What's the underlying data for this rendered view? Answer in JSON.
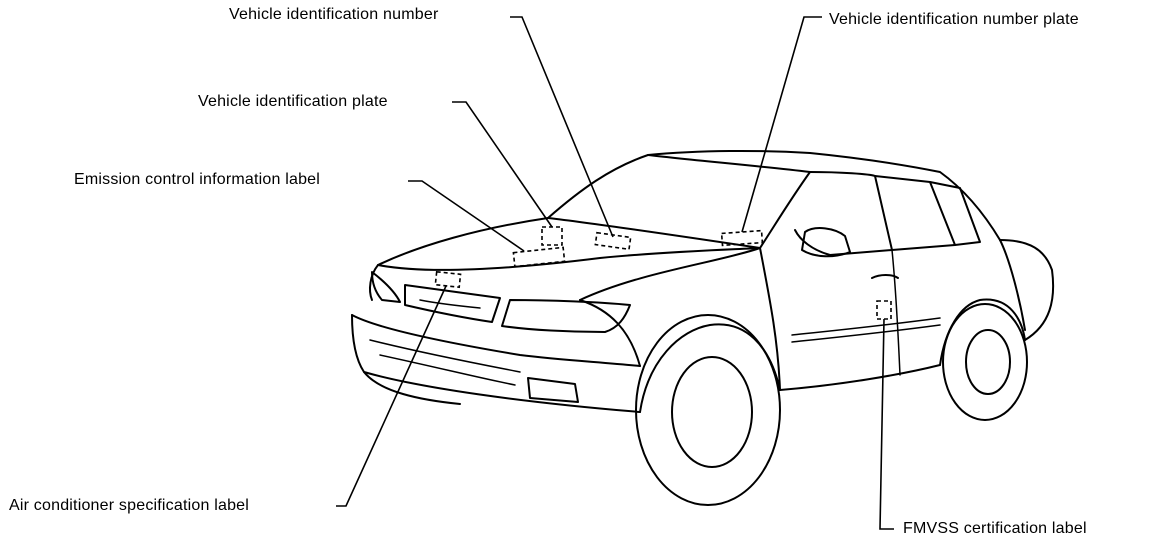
{
  "labels": {
    "vin": "Vehicle identification number",
    "vin_plate": "Vehicle identification number plate",
    "vehicle_id_plate": "Vehicle identification plate",
    "emission_label": "Emission control information label",
    "ac_label": "Air conditioner specification label",
    "fmvss_label": "FMVSS certification label"
  }
}
